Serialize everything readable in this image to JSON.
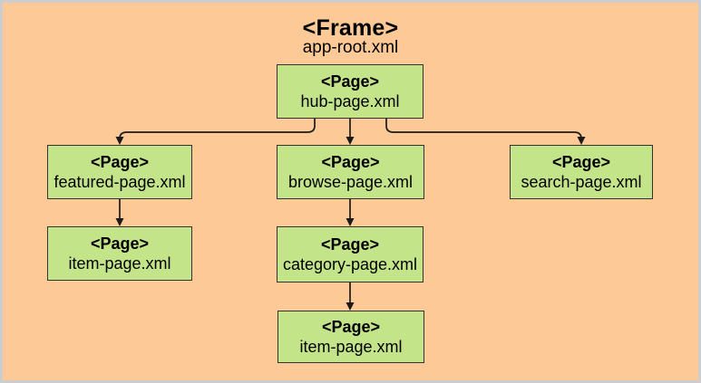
{
  "diagram": {
    "root": {
      "tag": "<Frame>",
      "file": "app-root.xml"
    },
    "nodes": [
      {
        "id": "hub",
        "tag": "<Page>",
        "file": "hub-page.xml"
      },
      {
        "id": "featured",
        "tag": "<Page>",
        "file": "featured-page.xml"
      },
      {
        "id": "browse",
        "tag": "<Page>",
        "file": "browse-page.xml"
      },
      {
        "id": "search",
        "tag": "<Page>",
        "file": "search-page.xml"
      },
      {
        "id": "item-left",
        "tag": "<Page>",
        "file": "item-page.xml"
      },
      {
        "id": "category",
        "tag": "<Page>",
        "file": "category-page.xml"
      },
      {
        "id": "item-center",
        "tag": "<Page>",
        "file": "item-page.xml"
      }
    ],
    "edges": [
      {
        "from": "hub-page.xml",
        "to": "featured-page.xml"
      },
      {
        "from": "hub-page.xml",
        "to": "browse-page.xml"
      },
      {
        "from": "hub-page.xml",
        "to": "search-page.xml"
      },
      {
        "from": "featured-page.xml",
        "to": "item-page.xml"
      },
      {
        "from": "browse-page.xml",
        "to": "category-page.xml"
      },
      {
        "from": "category-page.xml",
        "to": "item-page.xml"
      }
    ],
    "colors": {
      "canvas_background": "#fdca97",
      "canvas_border": "#cdcdcd",
      "node_fill": "#c4e48a",
      "node_border": "#333333",
      "connector": "#1a1a1a",
      "text": "#000000"
    }
  }
}
